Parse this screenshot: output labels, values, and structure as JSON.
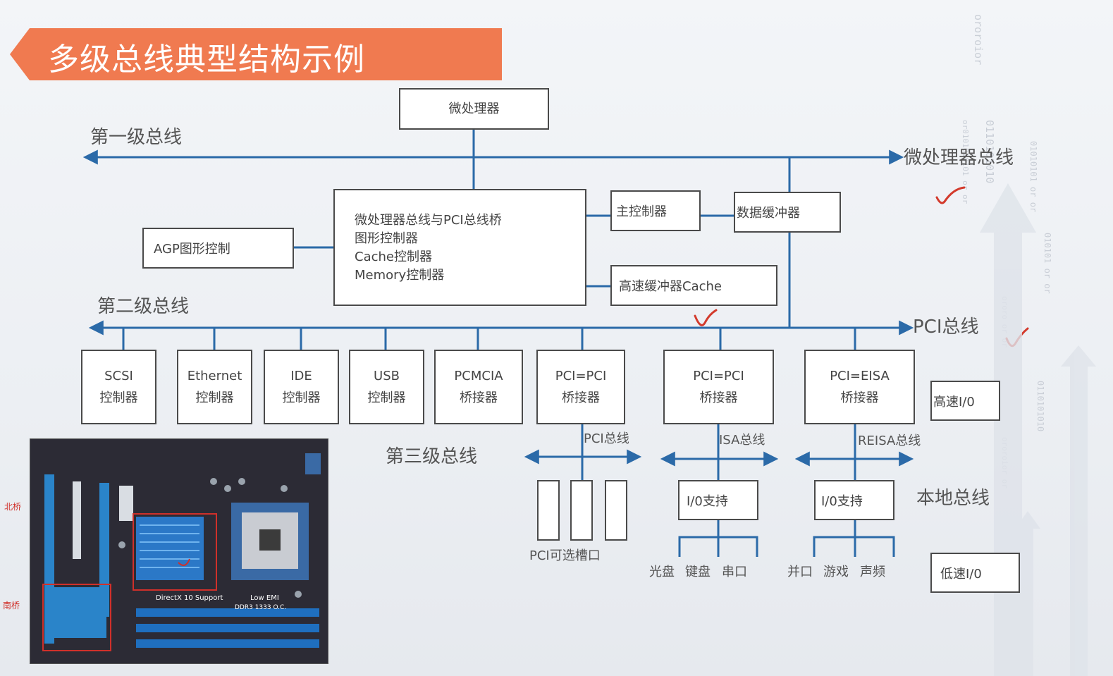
{
  "title": "多级总线典型结构示例",
  "colors": {
    "banner": "#f07a50",
    "bus_line": "#2b6aa8",
    "box_border": "#4a4a4a",
    "check": "#d33a2c"
  },
  "buses": {
    "level1": "第一级总线",
    "level1_right": "微处理器总线",
    "level2": "第二级总线",
    "level2_right": "PCI总线",
    "level3": "第三级总线",
    "local": "本地总线"
  },
  "top": {
    "cpu": "微处理器",
    "bridge_lines": [
      "微处理器总线与PCI总线桥",
      "图形控制器",
      "Cache控制器",
      "Memory控制器"
    ],
    "agp": "AGP图形控制",
    "main_ctrl": "主控制器",
    "data_buffer": "数据缓冲器",
    "cache": "高速缓冲器Cache"
  },
  "pci_devices": [
    {
      "line1": "SCSI",
      "line2": "控制器"
    },
    {
      "line1": "Ethernet",
      "line2": "控制器"
    },
    {
      "line1": "IDE",
      "line2": "控制器"
    },
    {
      "line1": "USB",
      "line2": "控制器"
    },
    {
      "line1": "PCMCIA",
      "line2": "桥接器"
    },
    {
      "line1": "PCI=PCI",
      "line2": "桥接器"
    },
    {
      "line1": "PCI=PCI",
      "line2": "桥接器"
    },
    {
      "line1": "PCI=EISA",
      "line2": "桥接器"
    }
  ],
  "lower": {
    "pci_bus": "PCI总线",
    "isa_bus": "ISA总线",
    "reisa_bus": "REISA总线",
    "pci_slots": "PCI可选槽口",
    "io_support_1": "I/0支持",
    "io_support_2": "I/0支持",
    "io_left": [
      "光盘",
      "键盘",
      "串口"
    ],
    "io_right": [
      "并口",
      "游戏",
      "声频"
    ]
  },
  "speed": {
    "high": "高速I/0",
    "low": "低速I/0"
  },
  "board": {
    "north": "北桥",
    "south": "南桥",
    "text1": "DirectX 10 Support",
    "text2": "Low EMI",
    "text3": "DDR3 1333 O.C."
  }
}
